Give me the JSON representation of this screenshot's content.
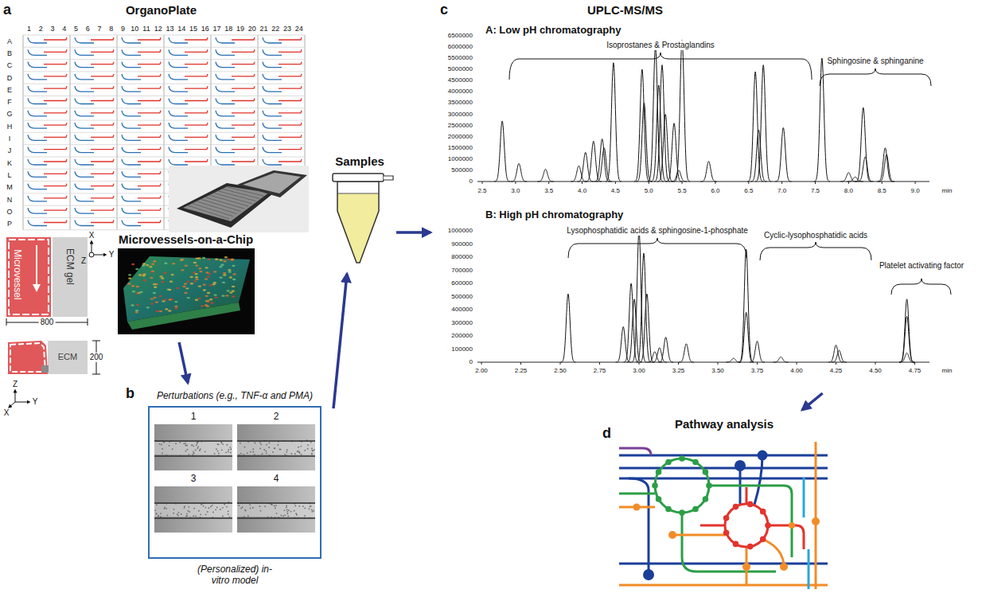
{
  "diagram": {
    "nodes": [
      {
        "text": [
          "OrganoPlate"
        ]
      },
      {
        "text": [
          "Microvessels-on-a-Chip"
        ]
      },
      {
        "text": [
          "Perturbations (e.g., TNF-α and PMA)",
          "(Personalized) in-vitro model"
        ]
      },
      {
        "text": [
          "1"
        ],
        "in": 2
      },
      {
        "text": [
          "2"
        ],
        "in": 2
      },
      {
        "text": [
          "3"
        ],
        "in": 2
      },
      {
        "text": [
          "4"
        ],
        "in": 2
      },
      {
        "text": [
          "Samples"
        ]
      },
      {
        "text": [
          "UPLC-MS/MS"
        ]
      },
      {
        "text": [
          "A: Low pH chromatography"
        ],
        "in": 8
      },
      {
        "text": [
          "B: High pH chromatography"
        ],
        "in": 8
      },
      {
        "text": [
          "Pathway analysis"
        ]
      }
    ],
    "edges": [
      {
        "from": 1,
        "to": 2,
        "arrow": "to"
      },
      {
        "from": 2,
        "to": 7,
        "arrow": "to"
      },
      {
        "from": 7,
        "to": 8,
        "arrow": "to"
      },
      {
        "from": 8,
        "to": 11,
        "arrow": "to"
      }
    ],
    "labels": [
      "a",
      "1",
      "2",
      "3",
      "4",
      "5",
      "6",
      "7",
      "8",
      "9",
      "10",
      "11",
      "12",
      "13",
      "14",
      "15",
      "16",
      "17",
      "18",
      "19",
      "20",
      "21",
      "22",
      "23",
      "24",
      "A",
      "B",
      "C",
      "D",
      "E",
      "F",
      "G",
      "H",
      "I",
      "J",
      "K",
      "L",
      "M",
      "N",
      "O",
      "P",
      "Microvessel",
      "ECM gel",
      "800",
      "200",
      "ECM",
      "X",
      "Z",
      "Y",
      "Z",
      "X",
      "Y",
      "b",
      "c",
      "Isoprostanes & Prostaglandins",
      "Sphingosine & sphinganine",
      "0",
      "500000",
      "1000000",
      "1500000",
      "2000000",
      "2500000",
      "3000000",
      "3500000",
      "4000000",
      "4500000",
      "5000000",
      "5500000",
      "6000000",
      "6500000",
      "2.5",
      "3.0",
      "3.5",
      "4.0",
      "4.5",
      "5.0",
      "5.5",
      "6.0",
      "6.5",
      "7.0",
      "7.5",
      "8.0",
      "8.5",
      "9.0",
      "min",
      "Lysophosphatidic acids & sphingosine-1-phosphate",
      "Cyclic-lysophosphatidic acids",
      "Platelet activating factor",
      "0",
      "100000",
      "200000",
      "300000",
      "400000",
      "500000",
      "600000",
      "700000",
      "800000",
      "900000",
      "1000000",
      "2.00",
      "2.25",
      "2.50",
      "2.75",
      "3.00",
      "3.25",
      "3.50",
      "3.75",
      "4.00",
      "4.25",
      "4.50",
      "4.75",
      "min",
      "d"
    ]
  }
}
